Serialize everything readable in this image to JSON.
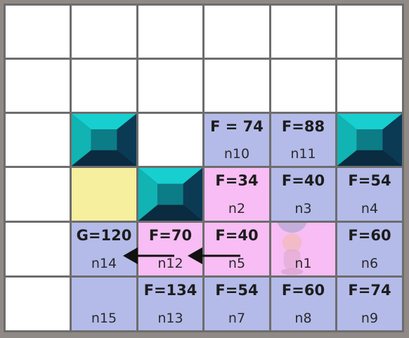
{
  "cells": {
    "c2_3": {
      "f": "F = 74",
      "n": "n10"
    },
    "c2_4": {
      "f": "F=88",
      "n": "n11"
    },
    "c3_3": {
      "f": "F=34",
      "n": "n2"
    },
    "c3_4": {
      "f": "F=40",
      "n": "n3"
    },
    "c3_5": {
      "f": "F=54",
      "n": "n4"
    },
    "c4_1": {
      "f": "G=120",
      "n": "n14"
    },
    "c4_2": {
      "f": "F=70",
      "n": "n12"
    },
    "c4_3": {
      "f": "F=40",
      "n": "n5"
    },
    "c4_4": {
      "f": "",
      "n": "n1"
    },
    "c4_5": {
      "f": "F=60",
      "n": "n6"
    },
    "c5_1": {
      "f": "",
      "n": "n15"
    },
    "c5_2": {
      "f": "F=134",
      "n": "n13"
    },
    "c5_3": {
      "f": "F=54",
      "n": "n7"
    },
    "c5_4": {
      "f": "F=60",
      "n": "n8"
    },
    "c5_5": {
      "f": "F=74",
      "n": "n9"
    }
  },
  "colors": {
    "open": "#b4bbe9",
    "closed": "#f8bdf4",
    "goal": "#f5ef9e",
    "wall": "#0c2f44",
    "wall_accent": "#00c8c8"
  }
}
